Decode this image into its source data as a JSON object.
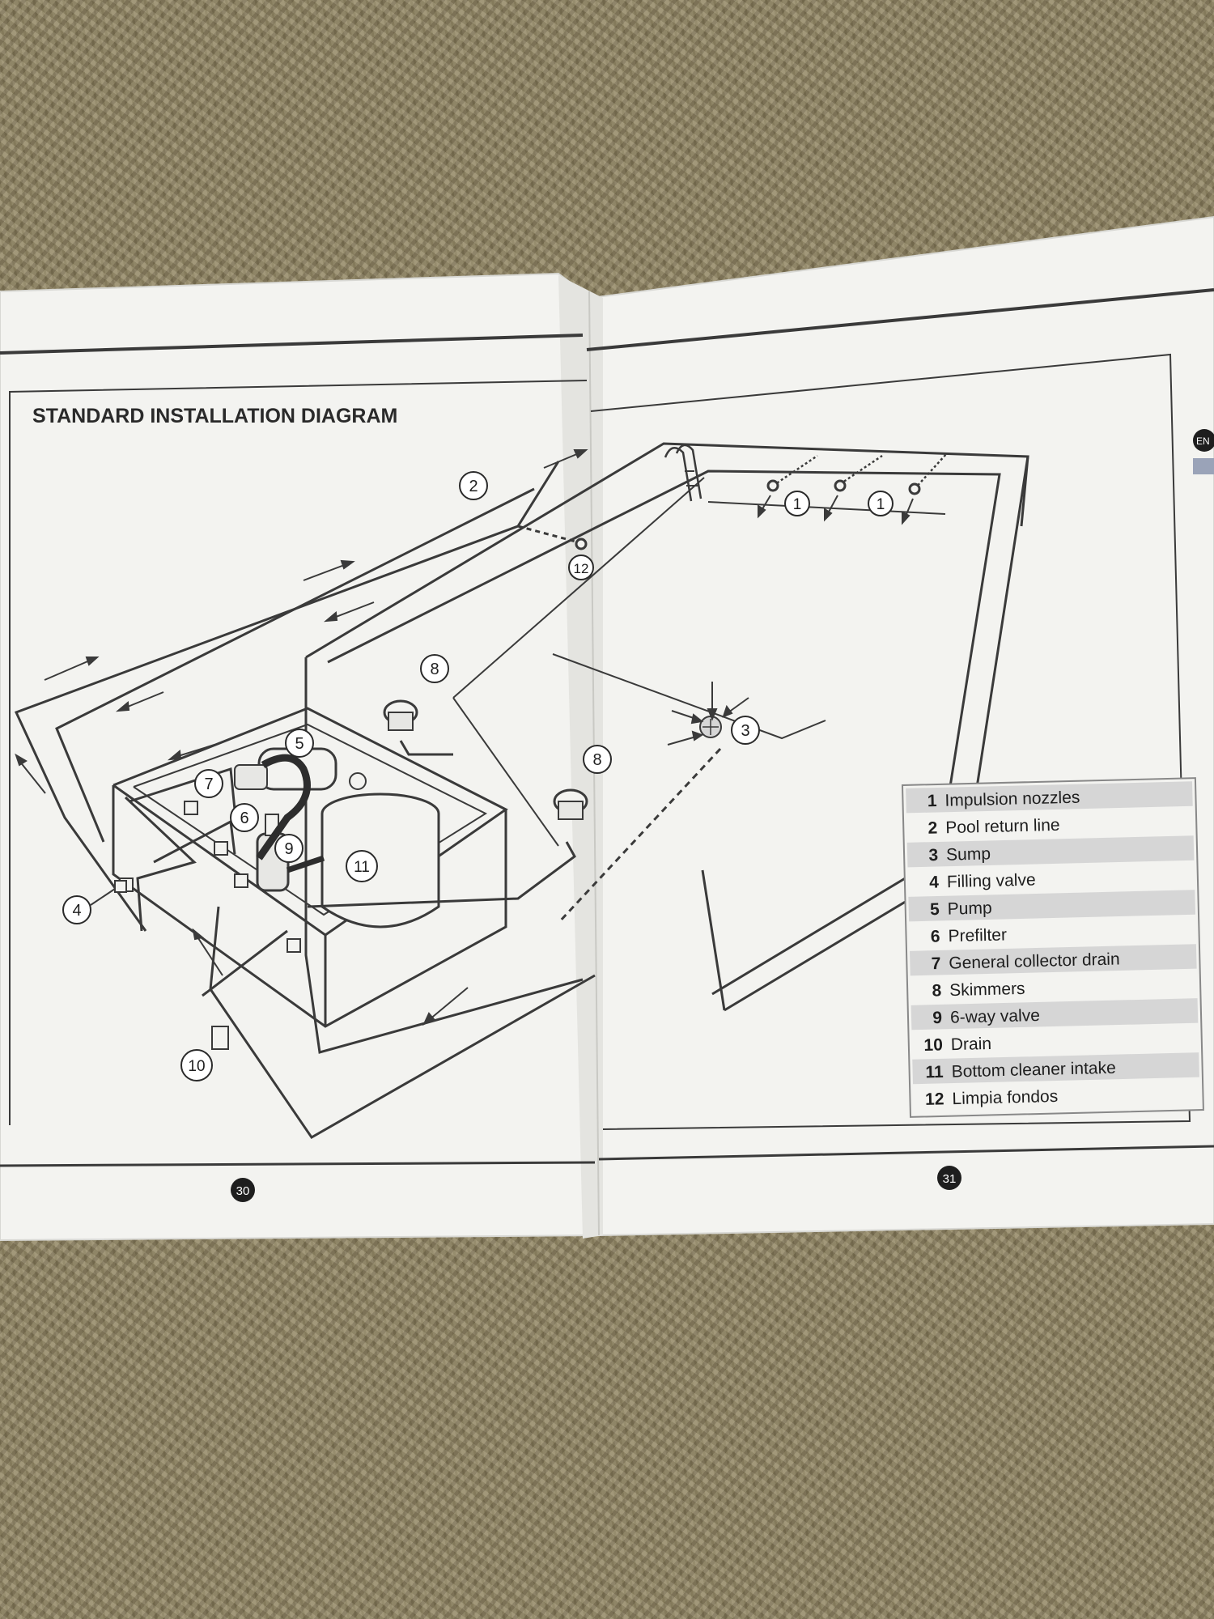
{
  "document": {
    "title": "STANDARD INSTALLATION DIAGRAM",
    "language_badge": "EN",
    "pages": [
      "30",
      "31"
    ]
  },
  "legend": [
    {
      "num": "1",
      "label": "Impulsion nozzles"
    },
    {
      "num": "2",
      "label": "Pool return line"
    },
    {
      "num": "3",
      "label": "Sump"
    },
    {
      "num": "4",
      "label": "Filling valve"
    },
    {
      "num": "5",
      "label": "Pump"
    },
    {
      "num": "6",
      "label": "Prefilter"
    },
    {
      "num": "7",
      "label": "General collector drain"
    },
    {
      "num": "8",
      "label": "Skimmers"
    },
    {
      "num": "9",
      "label": "6-way valve"
    },
    {
      "num": "10",
      "label": "Drain"
    },
    {
      "num": "11",
      "label": "Bottom cleaner intake"
    },
    {
      "num": "12",
      "label": "Limpia fondos"
    }
  ],
  "callouts": {
    "impulsion_a": "1",
    "impulsion_b": "1",
    "return_line": "2",
    "sump": "3",
    "filling_valve": "4",
    "pump": "5",
    "prefilter": "6",
    "collector": "7",
    "skimmer_a": "8",
    "skimmer_b": "8",
    "six_way": "9",
    "drain": "10",
    "filter_tank": "11",
    "limpia": "12"
  },
  "colors": {
    "paper": "#f4f4f1",
    "ink": "#3a3a3a",
    "legend_band": "#d6d6d6",
    "carpet": "#8f8462"
  }
}
